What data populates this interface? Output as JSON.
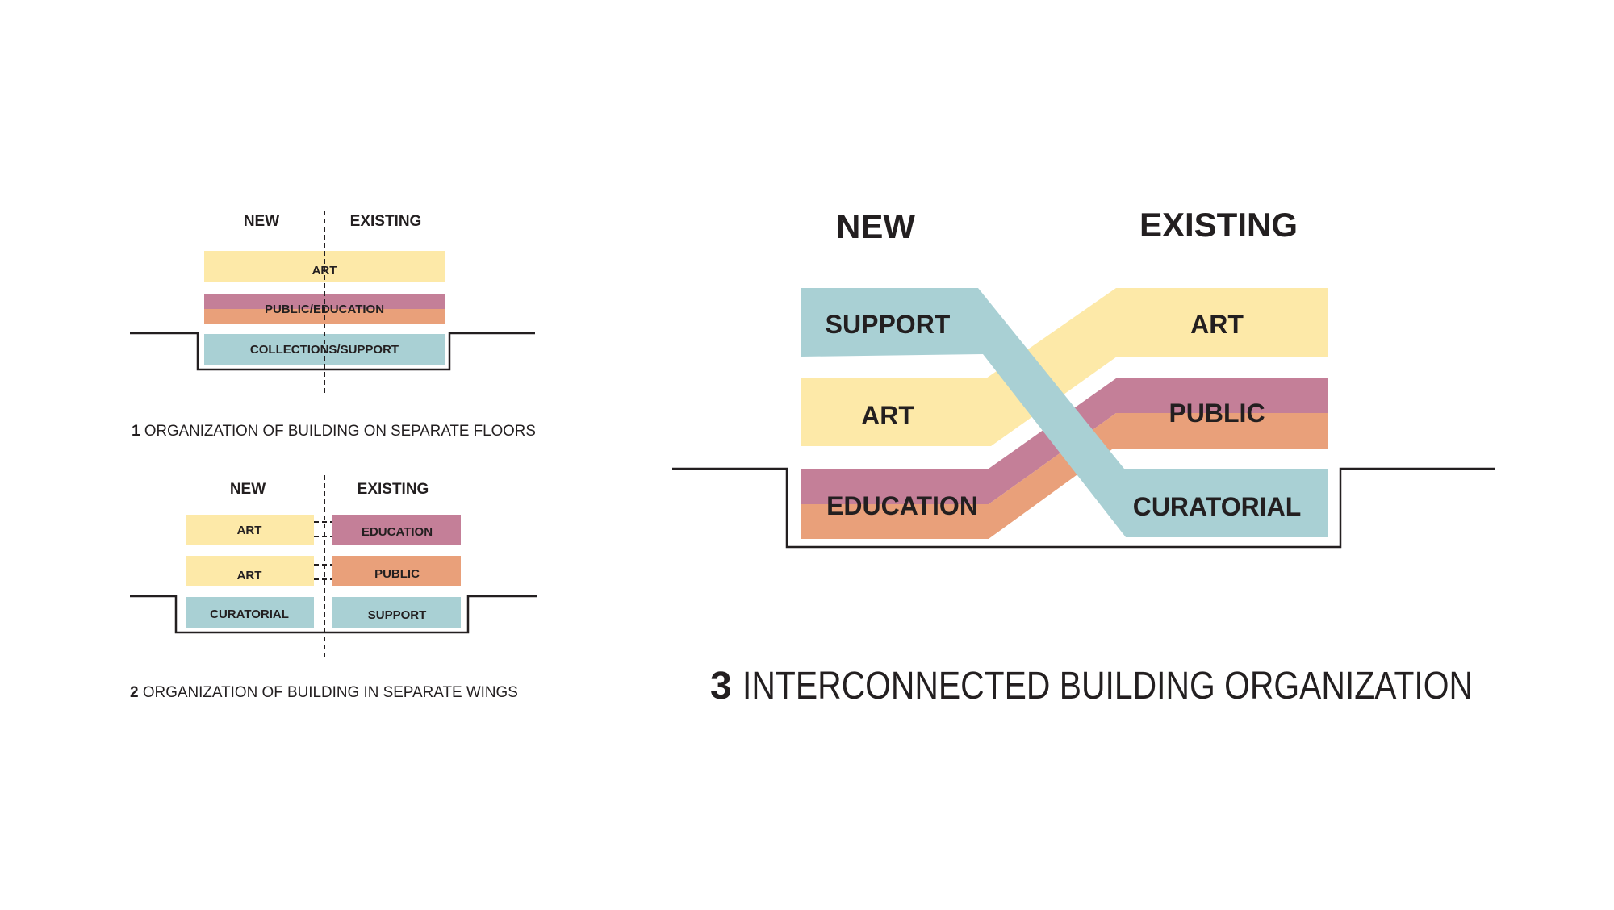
{
  "colors": {
    "art": "#fde9a8",
    "public": "#e9a07a",
    "education": "#c47f98",
    "support": "#a9d0d4",
    "text": "#231f20"
  },
  "diagram1": {
    "new_label": "NEW",
    "existing_label": "EXISTING",
    "bars": [
      "ART",
      "PUBLIC/EDUCATION",
      "COLLECTIONS/SUPPORT"
    ],
    "caption_number": "1",
    "caption": "ORGANIZATION OF BUILDING ON SEPARATE FLOORS"
  },
  "diagram2": {
    "new_label": "NEW",
    "existing_label": "EXISTING",
    "new_blocks": [
      "ART",
      "ART",
      "CURATORIAL"
    ],
    "existing_blocks": [
      "EDUCATION",
      "PUBLIC",
      "SUPPORT"
    ],
    "caption_number": "2",
    "caption": "ORGANIZATION OF BUILDING IN SEPARATE WINGS"
  },
  "diagram3": {
    "new_label": "NEW",
    "existing_label": "EXISTING",
    "new_blocks": [
      "SUPPORT",
      "ART",
      "EDUCATION"
    ],
    "existing_blocks": [
      "ART",
      "PUBLIC",
      "CURATORIAL"
    ],
    "caption_number": "3",
    "caption": "INTERCONNECTED BUILDING ORGANIZATION"
  }
}
